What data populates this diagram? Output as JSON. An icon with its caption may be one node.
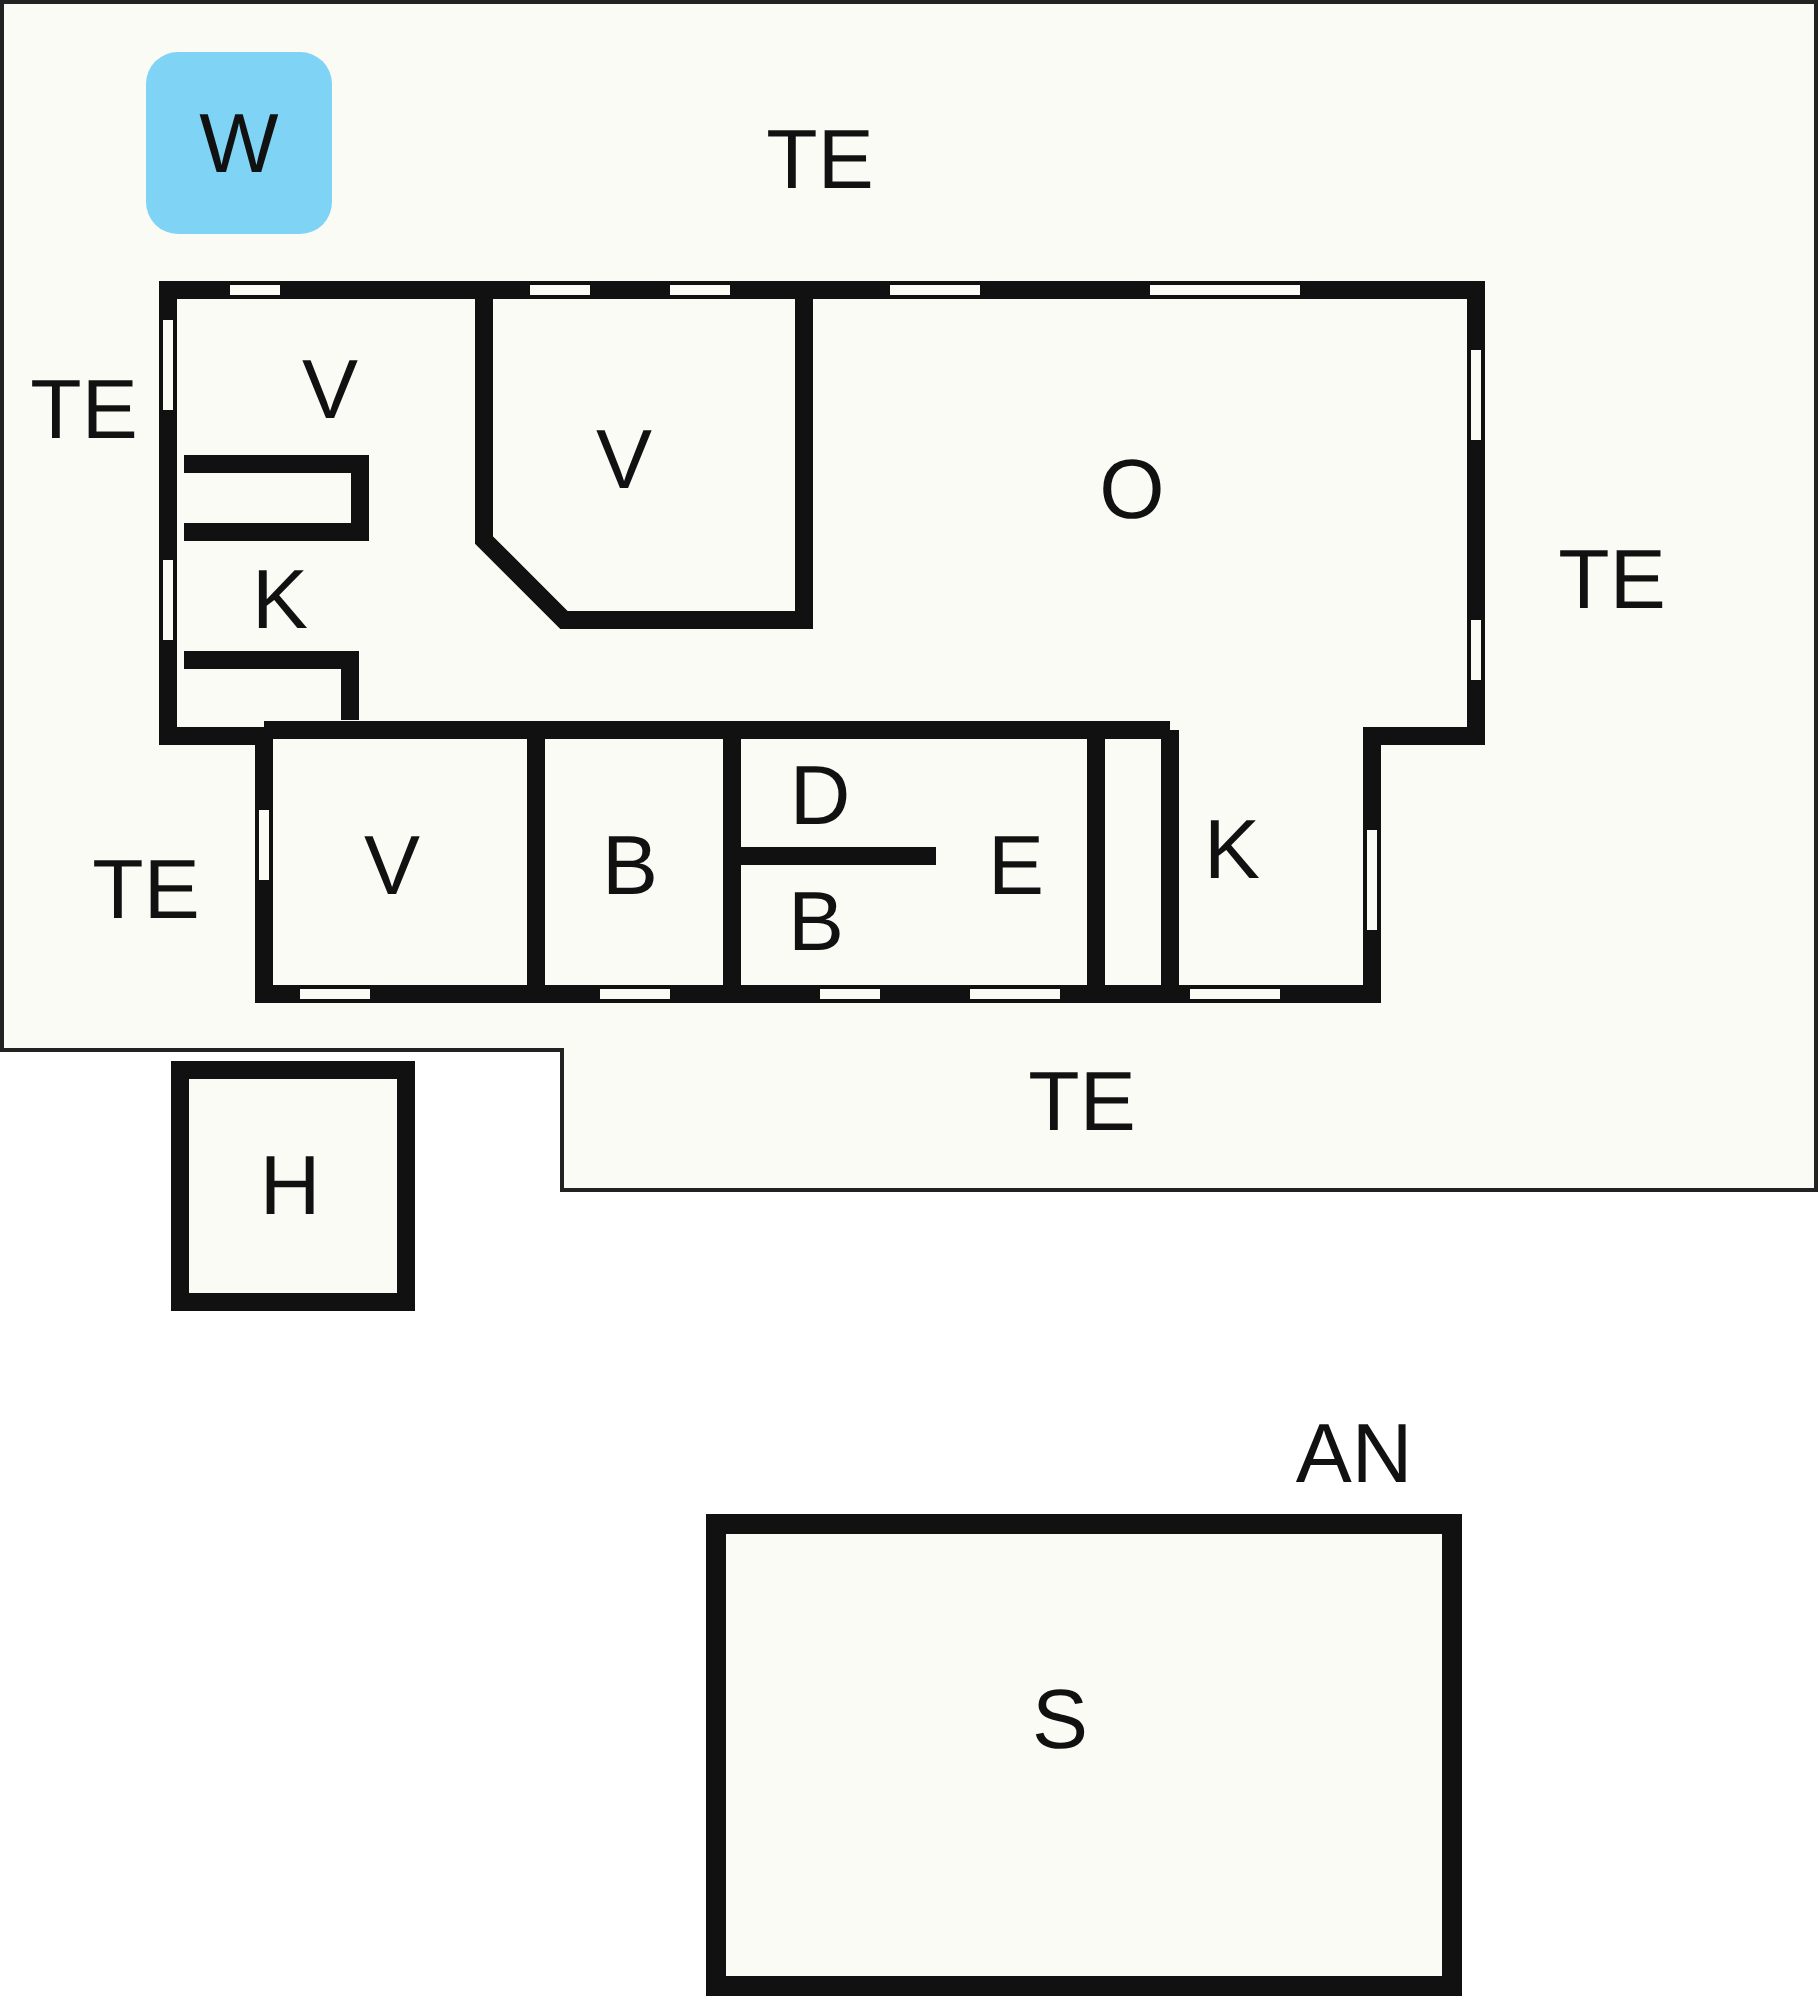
{
  "diagram": {
    "nodes": [
      {
        "text": [
          "W"
        ]
      },
      {
        "text": [
          "V"
        ]
      },
      {
        "text": [
          "V"
        ]
      },
      {
        "text": [
          "O"
        ]
      },
      {
        "text": [
          "K"
        ]
      },
      {
        "text": [
          "V"
        ]
      },
      {
        "text": [
          "B"
        ]
      },
      {
        "text": [
          "D"
        ]
      },
      {
        "text": [
          "E"
        ]
      },
      {
        "text": [
          "K"
        ]
      },
      {
        "text": [
          "B"
        ]
      },
      {
        "text": [
          "H"
        ]
      },
      {
        "text": [
          "S"
        ]
      }
    ],
    "edges": [],
    "labels": [
      "TE",
      "TE",
      "TE",
      "TE",
      "TE",
      "AN"
    ]
  }
}
